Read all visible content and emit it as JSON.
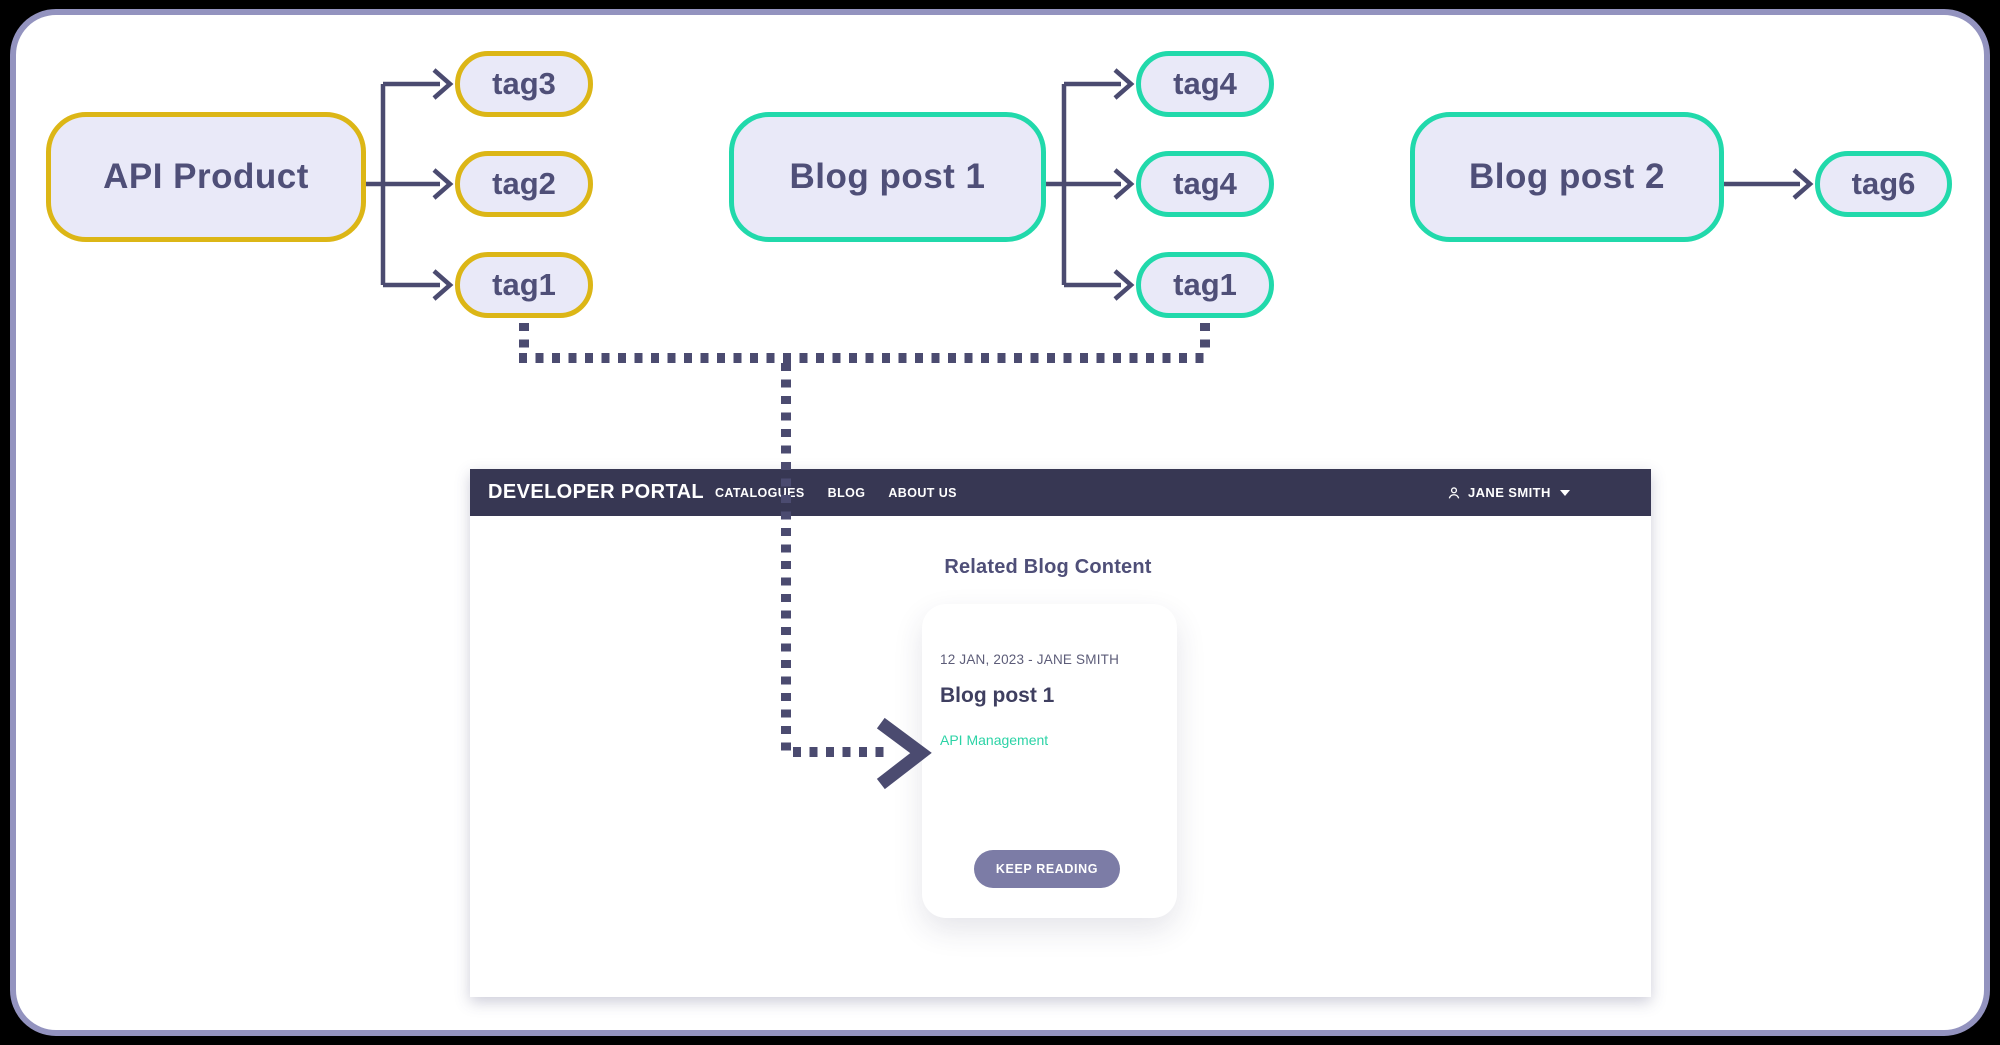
{
  "colors": {
    "frame": "#9393bf",
    "slate": "#4b4b70",
    "text": "#4f4f78",
    "lavender": "#e9e9f8",
    "yellow": "#dcb616",
    "teal": "#21d9ab",
    "header": "#373753",
    "button": "#7c7ca6",
    "teal_text": "#2cd3a6",
    "meta": "#5c5c78",
    "title": "#3f3f60"
  },
  "diagram": {
    "api_product": {
      "label": "API Product",
      "tags": [
        "tag3",
        "tag2",
        "tag1"
      ]
    },
    "blog_post_1": {
      "label": "Blog post 1",
      "tags": [
        "tag4",
        "tag4",
        "tag1"
      ]
    },
    "blog_post_2": {
      "label": "Blog post 2",
      "tags": [
        "tag6"
      ]
    }
  },
  "portal": {
    "brand": "DEVELOPER PORTAL",
    "nav": [
      {
        "label": "CATALOGUES"
      },
      {
        "label": "BLOG"
      },
      {
        "label": "ABOUT US"
      }
    ],
    "user_name": "JANE SMITH",
    "section_title": "Related Blog Content",
    "card": {
      "meta": "12 JAN, 2023 - JANE SMITH",
      "title": "Blog post 1",
      "tag": "API Management",
      "button_label": "KEEP READING"
    }
  }
}
